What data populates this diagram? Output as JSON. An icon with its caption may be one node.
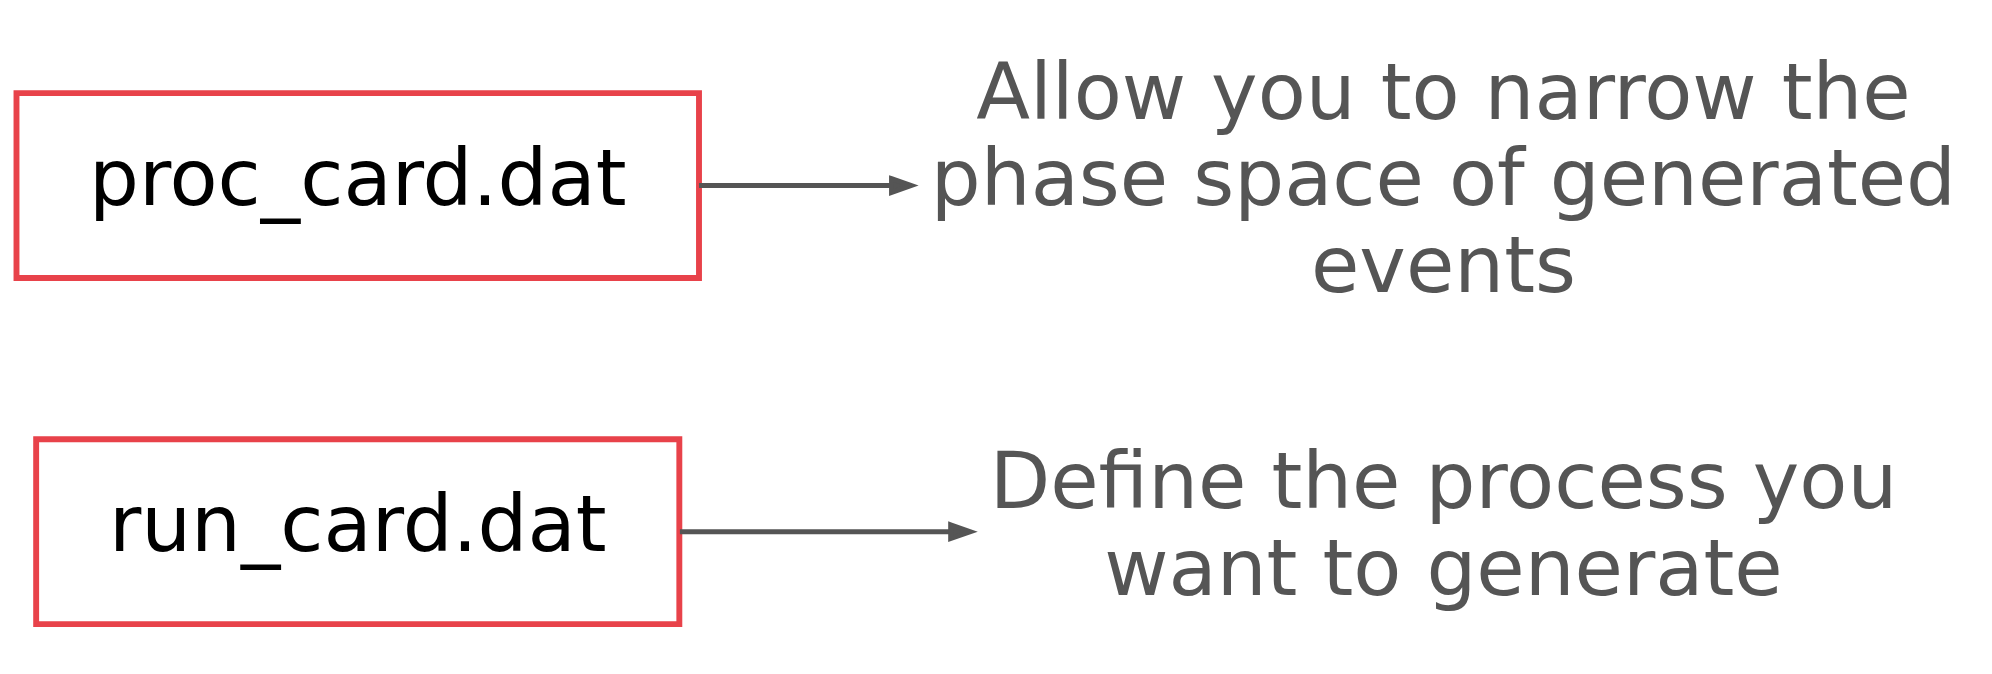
{
  "diagram": {
    "nodes": [
      {
        "text": [
          "run_card.dat"
        ]
      },
      {
        "text": [
          "Define the process you want to generate"
        ]
      },
      {
        "text": [
          "proc_card.dat"
        ]
      },
      {
        "text": [
          "Allow you to narrow the phase space of generated events"
        ]
      }
    ],
    "edges": [
      {
        "from": 0,
        "to": 1,
        "arrow": "to"
      },
      {
        "from": 2,
        "to": 3,
        "arrow": "to"
      }
    ]
  }
}
